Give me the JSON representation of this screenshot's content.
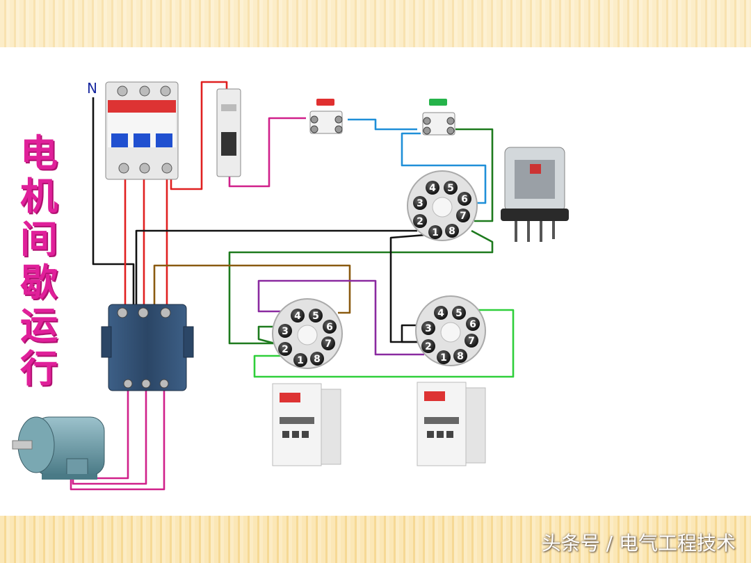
{
  "title": "电机间歇运行",
  "title_chars": [
    "电",
    "机",
    "间",
    "歇",
    "运",
    "行"
  ],
  "neutral_label": "N",
  "socket_top": {
    "pins": [
      "1",
      "2",
      "3",
      "4",
      "5",
      "6",
      "7",
      "8"
    ]
  },
  "socket_left": {
    "pins": [
      "1",
      "2",
      "3",
      "4",
      "5",
      "6",
      "7",
      "8"
    ]
  },
  "socket_right": {
    "pins": [
      "1",
      "2",
      "3",
      "4",
      "5",
      "6",
      "7",
      "8"
    ]
  },
  "watermark": "头条号 / 电气工程技术",
  "colors": {
    "title": "#e0209a",
    "wire_red": "#e02020",
    "wire_magenta": "#d0208a",
    "wire_black": "#111111",
    "wire_brown": "#8a5a10",
    "wire_green": "#1d7a1d",
    "wire_lightgreen": "#2fcf3a",
    "wire_blue": "#1f8fd8",
    "wire_purple": "#8a2aa0",
    "breaker_blue": "#2050d0",
    "contactor": "#2d4a6e",
    "motor": "#6e9aa6"
  },
  "icons": [
    "circuit-breaker-3p",
    "circuit-breaker-1p",
    "stop-button-icon",
    "start-button-icon",
    "relay-icon",
    "contactor-icon",
    "motor-icon",
    "timer-relay-icon"
  ]
}
